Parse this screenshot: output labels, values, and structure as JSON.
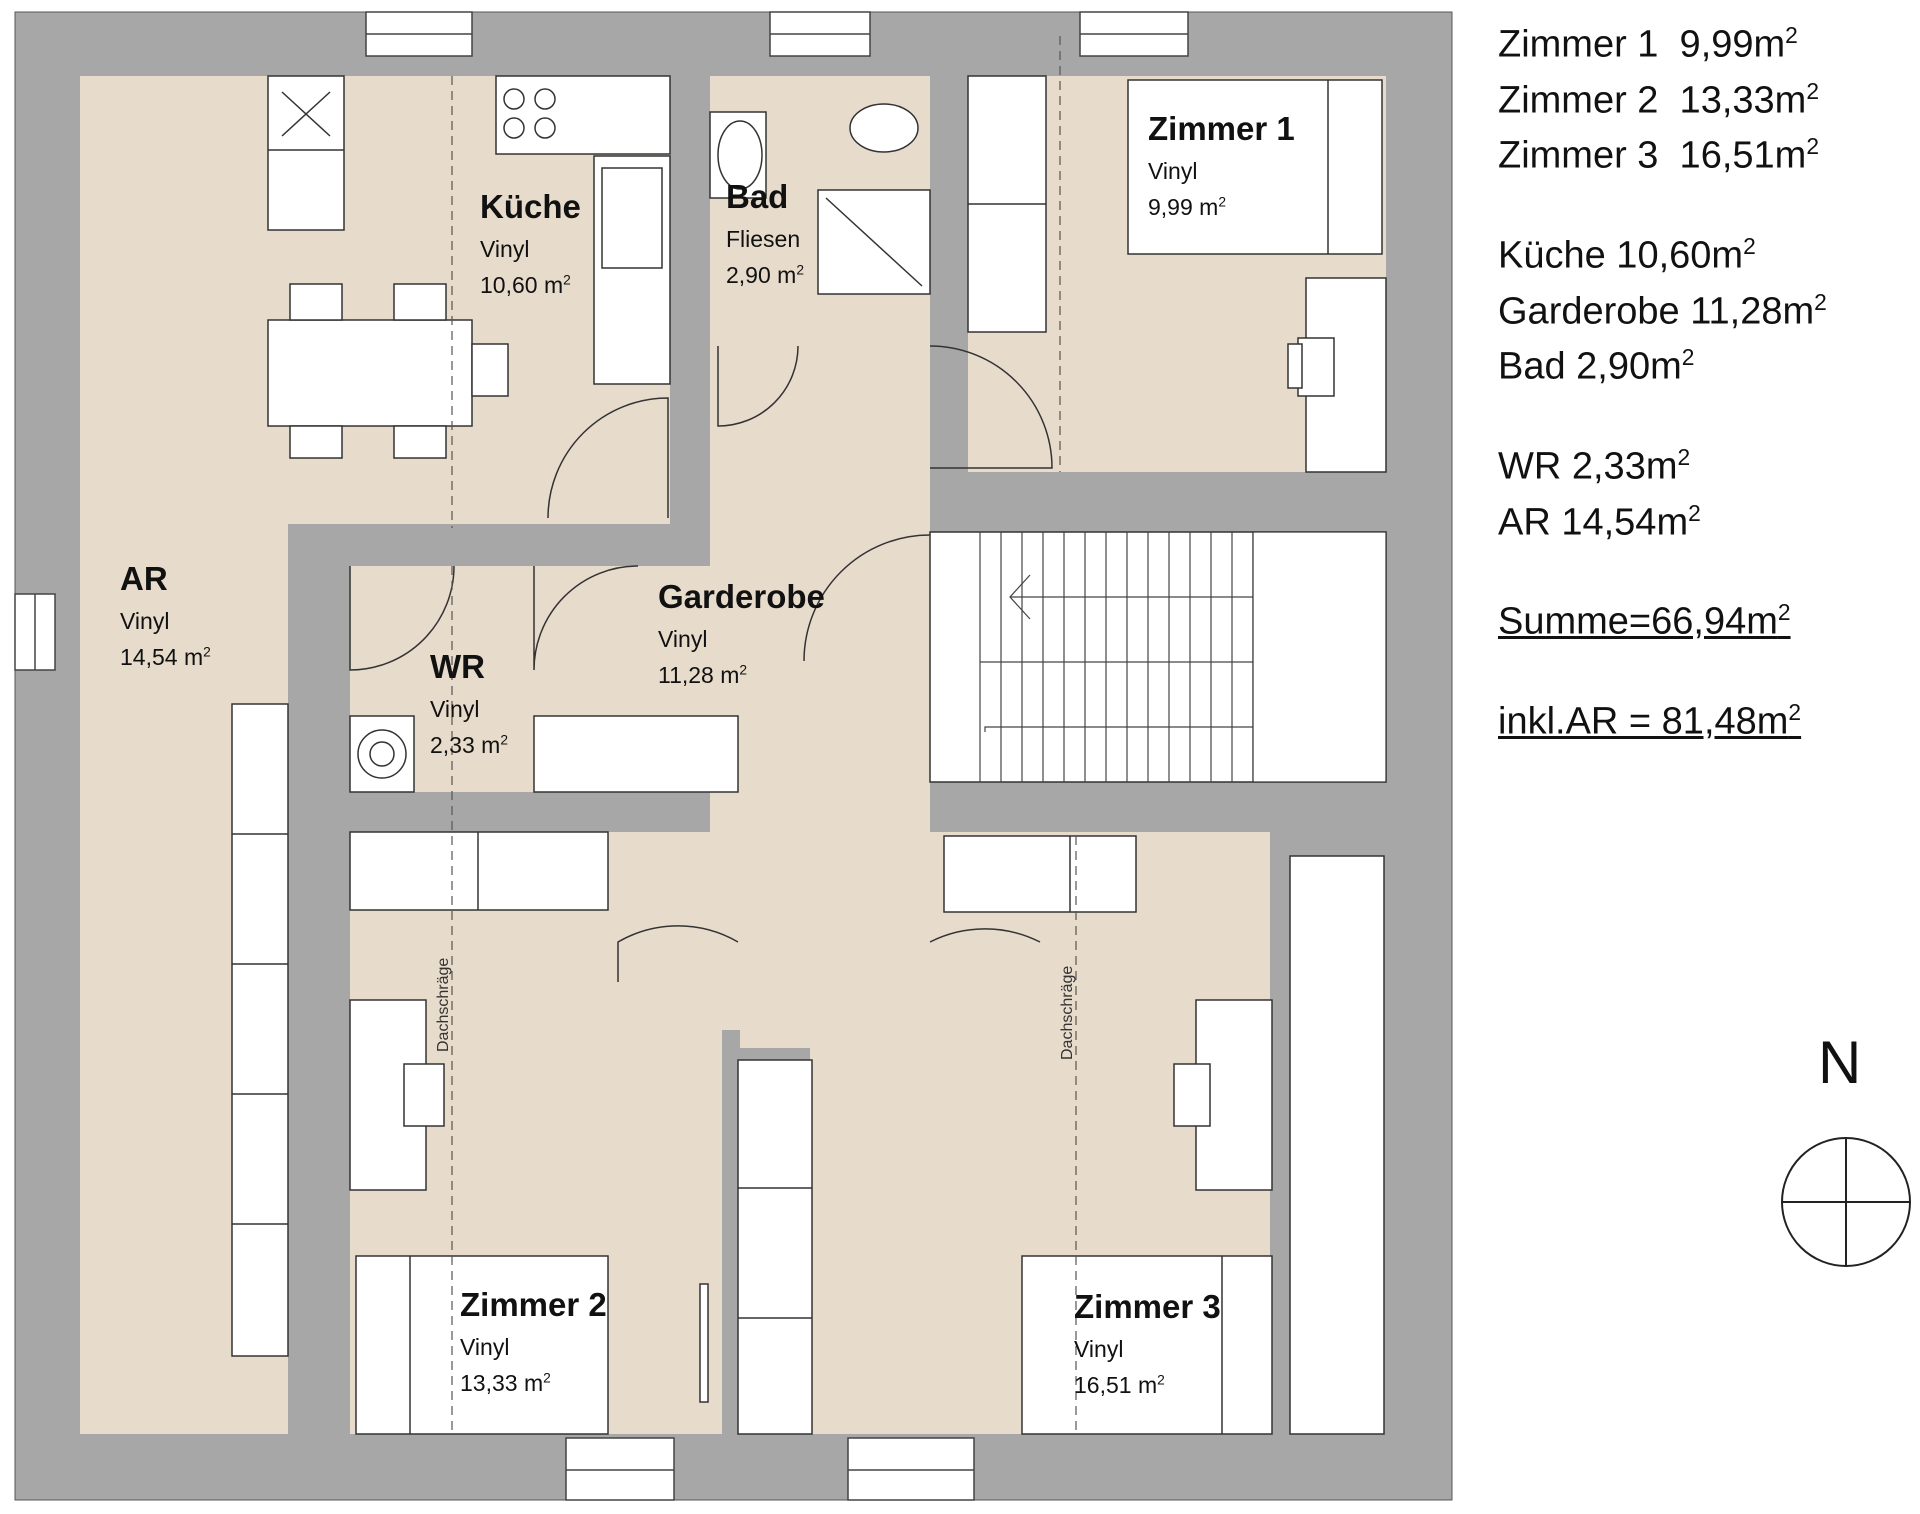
{
  "rooms": [
    {
      "id": "ar",
      "name": "AR",
      "floor": "Vinyl",
      "area": "14,54 m"
    },
    {
      "id": "kueche",
      "name": "Küche",
      "floor": "Vinyl",
      "area": "10,60 m"
    },
    {
      "id": "bad",
      "name": "Bad",
      "floor": "Fliesen",
      "area": "2,90 m"
    },
    {
      "id": "zimmer1",
      "name": "Zimmer 1",
      "floor": "Vinyl",
      "area": "9,99 m"
    },
    {
      "id": "wr",
      "name": "WR",
      "floor": "Vinyl",
      "area": "2,33 m"
    },
    {
      "id": "garderobe",
      "name": "Garderobe",
      "floor": "Vinyl",
      "area": "11,28 m"
    },
    {
      "id": "zimmer2",
      "name": "Zimmer 2",
      "floor": "Vinyl",
      "area": "13,33 m"
    },
    {
      "id": "zimmer3",
      "name": "Zimmer 3",
      "floor": "Vinyl",
      "area": "16,51 m"
    }
  ],
  "area_unit_exponent": "2",
  "roof_slope_label": "Dachschräge",
  "legend": {
    "zimmer1": "Zimmer 1  9,99m",
    "zimmer2": "Zimmer 2  13,33m",
    "zimmer3": "Zimmer 3  16,51m",
    "kueche": "Küche 10,60m",
    "garderobe": "Garderobe 11,28m",
    "bad": "Bad 2,90m",
    "wr": "WR 2,33m",
    "ar": "AR 14,54m",
    "summe": "Summe=66,94m",
    "inkl_ar": "inkl.AR = 81,48m"
  },
  "north_label": "N",
  "colors": {
    "wall": "#a7a7a7",
    "floor": "#e7dccc",
    "furniture": "#ffffff",
    "line": "#333333"
  }
}
